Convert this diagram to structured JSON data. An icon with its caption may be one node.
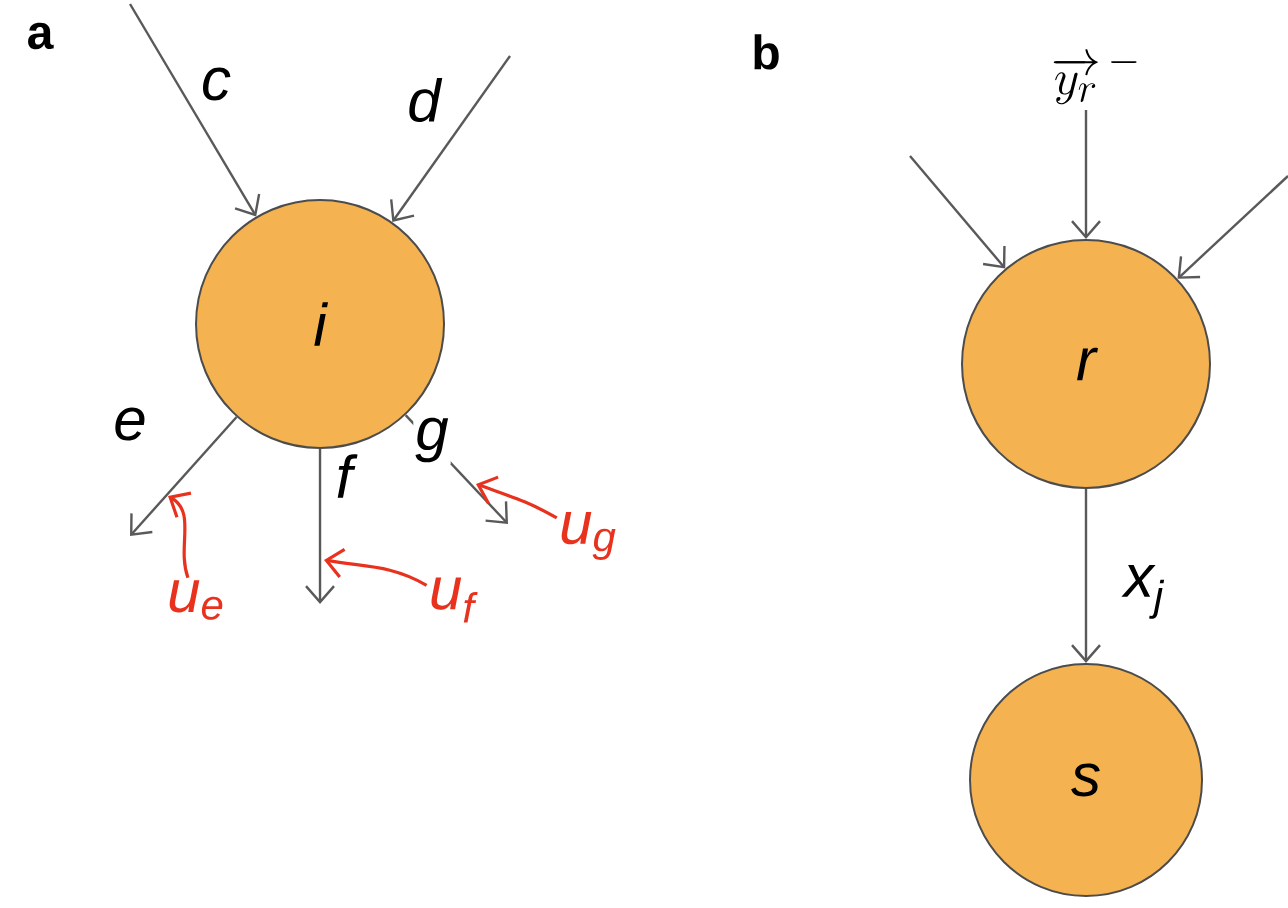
{
  "diagram": {
    "nodes": [
      {
        "text": [
          "i"
        ]
      },
      {
        "text": [
          "r"
        ]
      },
      {
        "text": [
          "s"
        ]
      },
      {
        "text": [
          "u$_{e}$"
        ]
      },
      {
        "text": [
          "u$_{f}$"
        ]
      },
      {
        "text": [
          "u$_{g}$"
        ]
      }
    ],
    "edges": [
      {
        "from": null,
        "to": 0,
        "arrow": "to",
        "label": "c"
      },
      {
        "from": null,
        "to": 0,
        "arrow": "to",
        "label": "d"
      },
      {
        "from": 0,
        "to": null,
        "arrow": "to",
        "label": "e"
      },
      {
        "from": 0,
        "to": null,
        "arrow": "to",
        "label": "f"
      },
      {
        "from": 0,
        "to": null,
        "arrow": "to",
        "label": "g"
      },
      {
        "from": 3,
        "to": null,
        "arrow": "to",
        "color": "#e8321e"
      },
      {
        "from": 4,
        "to": null,
        "arrow": "to",
        "color": "#e8321e"
      },
      {
        "from": 5,
        "to": null,
        "arrow": "to",
        "color": "#e8321e"
      },
      {
        "from": null,
        "to": 1,
        "arrow": "to"
      },
      {
        "from": null,
        "to": 1,
        "arrow": "to",
        "label": "\\overrightarrow{y_r}^{\\,-}"
      },
      {
        "from": null,
        "to": 1,
        "arrow": "to"
      },
      {
        "from": 1,
        "to": 2,
        "arrow": "to",
        "label": "x$_{j}$"
      }
    ],
    "labels": [
      "a",
      "b"
    ]
  }
}
